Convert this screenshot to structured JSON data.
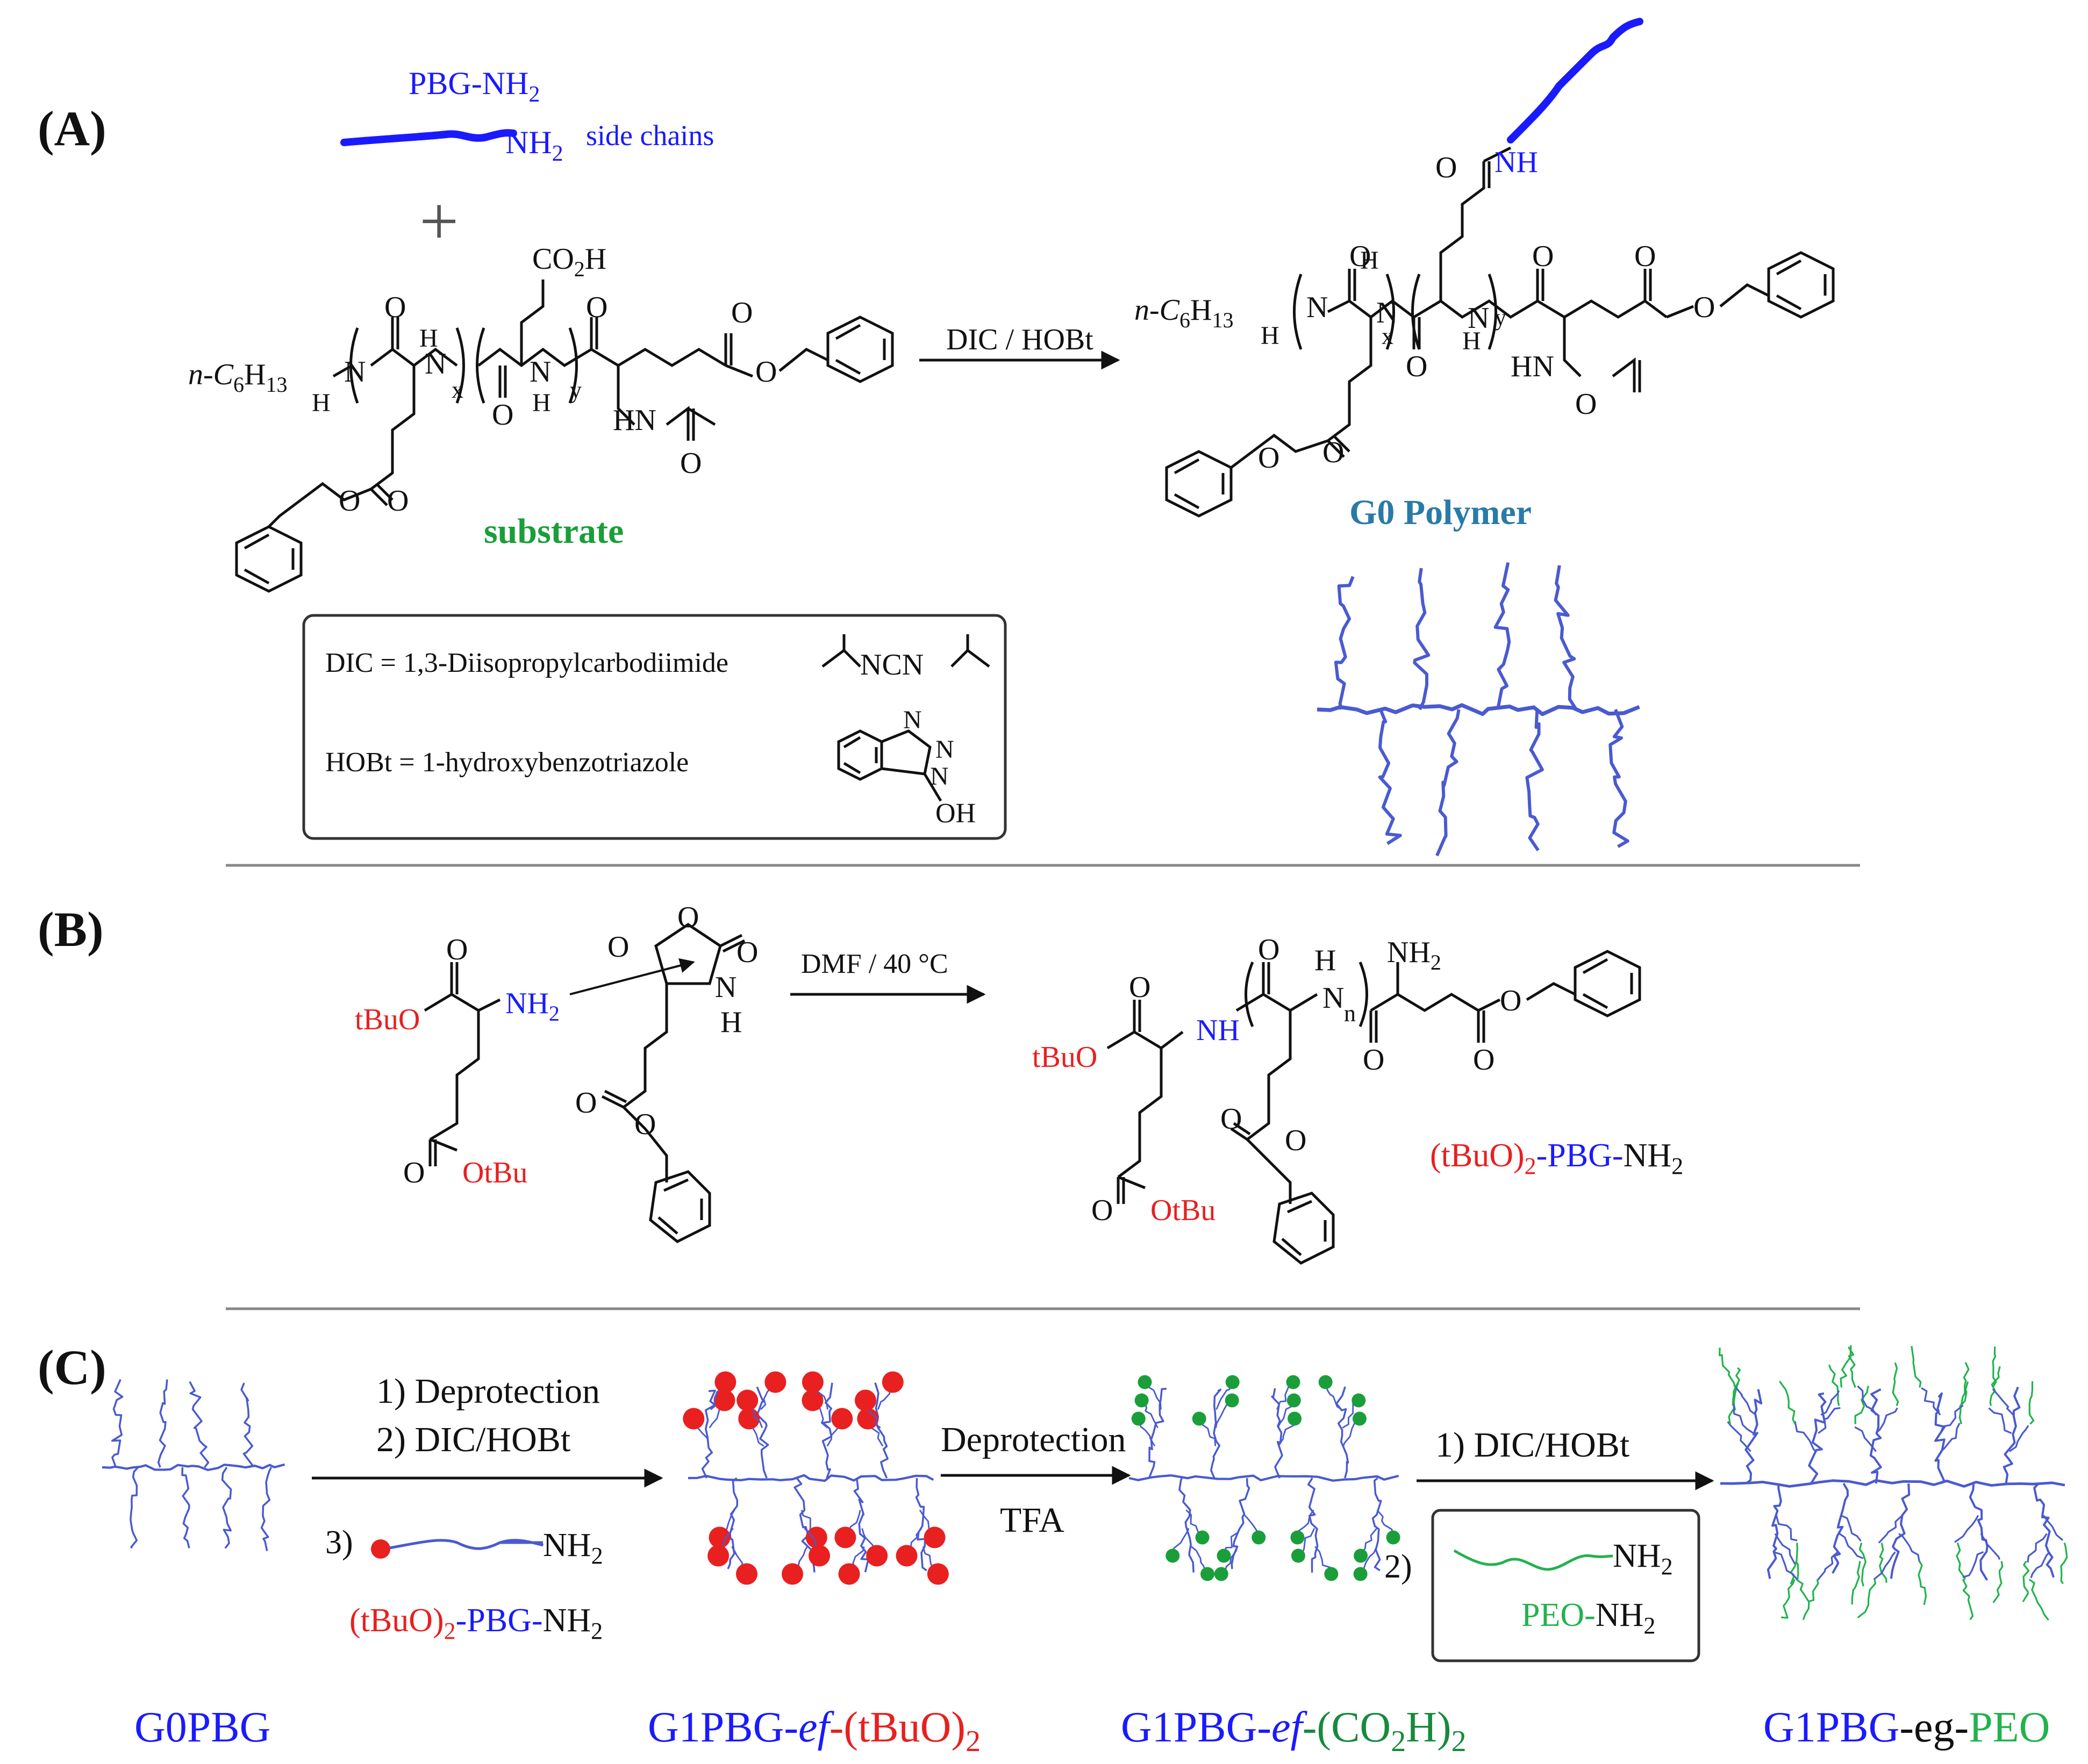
{
  "colors": {
    "black": "#111111",
    "blue": "#1a1aff",
    "polymer_blue": "#4a5ad0",
    "red": "#e8201f",
    "green": "#1a9e3a",
    "teal": "#2a7aa8",
    "peo_green": "#21b34d",
    "dark_green": "#178a3c"
  },
  "panelA": {
    "label": "(A)",
    "pbg_label": "PBG-NH",
    "pbg_sub": "2",
    "nh2": "NH",
    "nh2_sub": "2",
    "side_chains": "side chains",
    "plus": "+",
    "co2h": "CO",
    "co2h_sub": "2",
    "co2h_end": "H",
    "hexyl": "n-C",
    "hexyl_sub1": "6",
    "hexyl_h": "H",
    "hexyl_sub2": "13",
    "x": "x",
    "y": "y",
    "N": "N",
    "H": "H",
    "O": "O",
    "HN": "HN",
    "reagent": "DIC / HOBt",
    "substrate": "substrate",
    "g0_polymer": "G0 Polymer",
    "NH": "NH",
    "legend": {
      "dic_line": "DIC   = 1,3-Diisopropylcarbodiimide",
      "hobt_line": "HOBt  = 1-hydroxybenzotriazole",
      "ncn": "NCN",
      "OH": "OH"
    }
  },
  "panelB": {
    "label": "(B)",
    "tBuO": "tBuO",
    "NH2": "NH",
    "NH2_sub": "2",
    "OtBu": "OtBu",
    "reagent": "DMF / 40 °C",
    "n": "n",
    "NH": "NH",
    "product_t": "(tBuO)",
    "product_sub": "2",
    "product_pbg": "-PBG-",
    "product_nh": "NH",
    "product_nh_sub": "2"
  },
  "panelC": {
    "label": "(C)",
    "step1": "1) Deprotection",
    "step2": "2) DIC/HOBt",
    "step3": "3)",
    "step3_nh2": "NH",
    "step3_sub": "2",
    "step3_label_t": "(tBuO)",
    "step3_label_sub": "2",
    "step3_label_pbg": "-PBG-",
    "step3_label_nh": "NH",
    "step3_label_nh_sub": "2",
    "deprotection": "Deprotection",
    "tfa": "TFA",
    "step_c1": "1) DIC/HOBt",
    "step_c2": "2)",
    "peo_nh2": "NH",
    "peo_nh2_sub": "2",
    "peo_label": "PEO-",
    "peo_label_nh": "NH",
    "peo_label_sub": "2",
    "cap_g0": "G0PBG",
    "cap_g1_tbu_a": "G1PBG-",
    "cap_g1_tbu_ef": "ef",
    "cap_g1_tbu_b": "-(tBuO)",
    "cap_g1_tbu_sub": "2",
    "cap_g1_co2h_a": "G1PBG-",
    "cap_g1_co2h_ef": "ef",
    "cap_g1_co2h_b": "-(CO",
    "cap_g1_co2h_sub1": "2",
    "cap_g1_co2h_c": "H)",
    "cap_g1_co2h_sub2": "2",
    "cap_peo_a": "G1PBG",
    "cap_peo_b": "-eg-",
    "cap_peo_c": "PEO"
  }
}
